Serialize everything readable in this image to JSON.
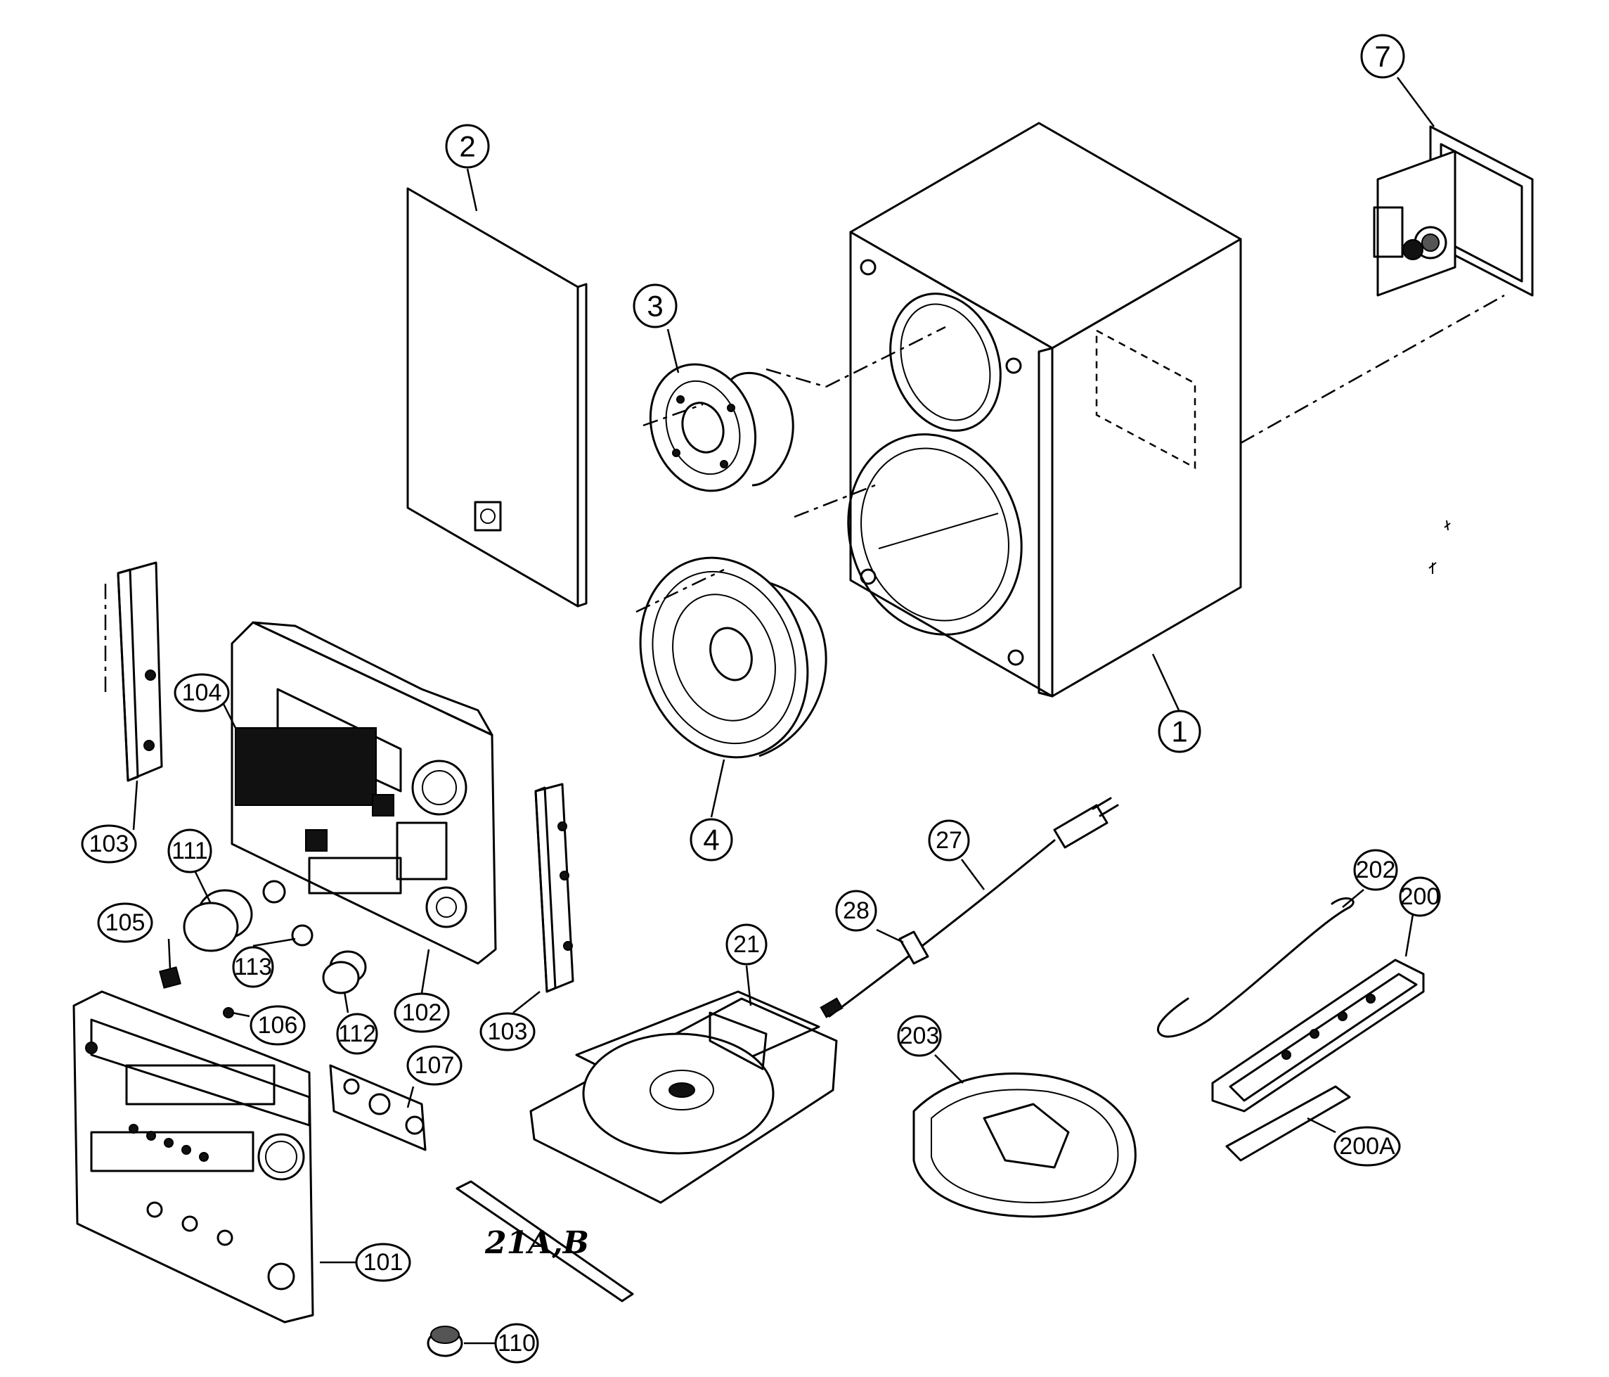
{
  "callouts": [
    {
      "id": "c1",
      "label": "1"
    },
    {
      "id": "c2",
      "label": "2"
    },
    {
      "id": "c3",
      "label": "3"
    },
    {
      "id": "c4",
      "label": "4"
    },
    {
      "id": "c7",
      "label": "7"
    },
    {
      "id": "c21",
      "label": "21"
    },
    {
      "id": "c27",
      "label": "27"
    },
    {
      "id": "c28",
      "label": "28"
    },
    {
      "id": "c101",
      "label": "101"
    },
    {
      "id": "c102",
      "label": "102"
    },
    {
      "id": "c103a",
      "label": "103"
    },
    {
      "id": "c103b",
      "label": "103"
    },
    {
      "id": "c104",
      "label": "104"
    },
    {
      "id": "c105",
      "label": "105"
    },
    {
      "id": "c106",
      "label": "106"
    },
    {
      "id": "c107",
      "label": "107"
    },
    {
      "id": "c110",
      "label": "110"
    },
    {
      "id": "c111",
      "label": "111"
    },
    {
      "id": "c112",
      "label": "112"
    },
    {
      "id": "c113",
      "label": "113"
    },
    {
      "id": "c200",
      "label": "200"
    },
    {
      "id": "c200A",
      "label": "200A"
    },
    {
      "id": "c202",
      "label": "202"
    },
    {
      "id": "c203",
      "label": "203"
    }
  ],
  "handwritten_note": "21A,B"
}
